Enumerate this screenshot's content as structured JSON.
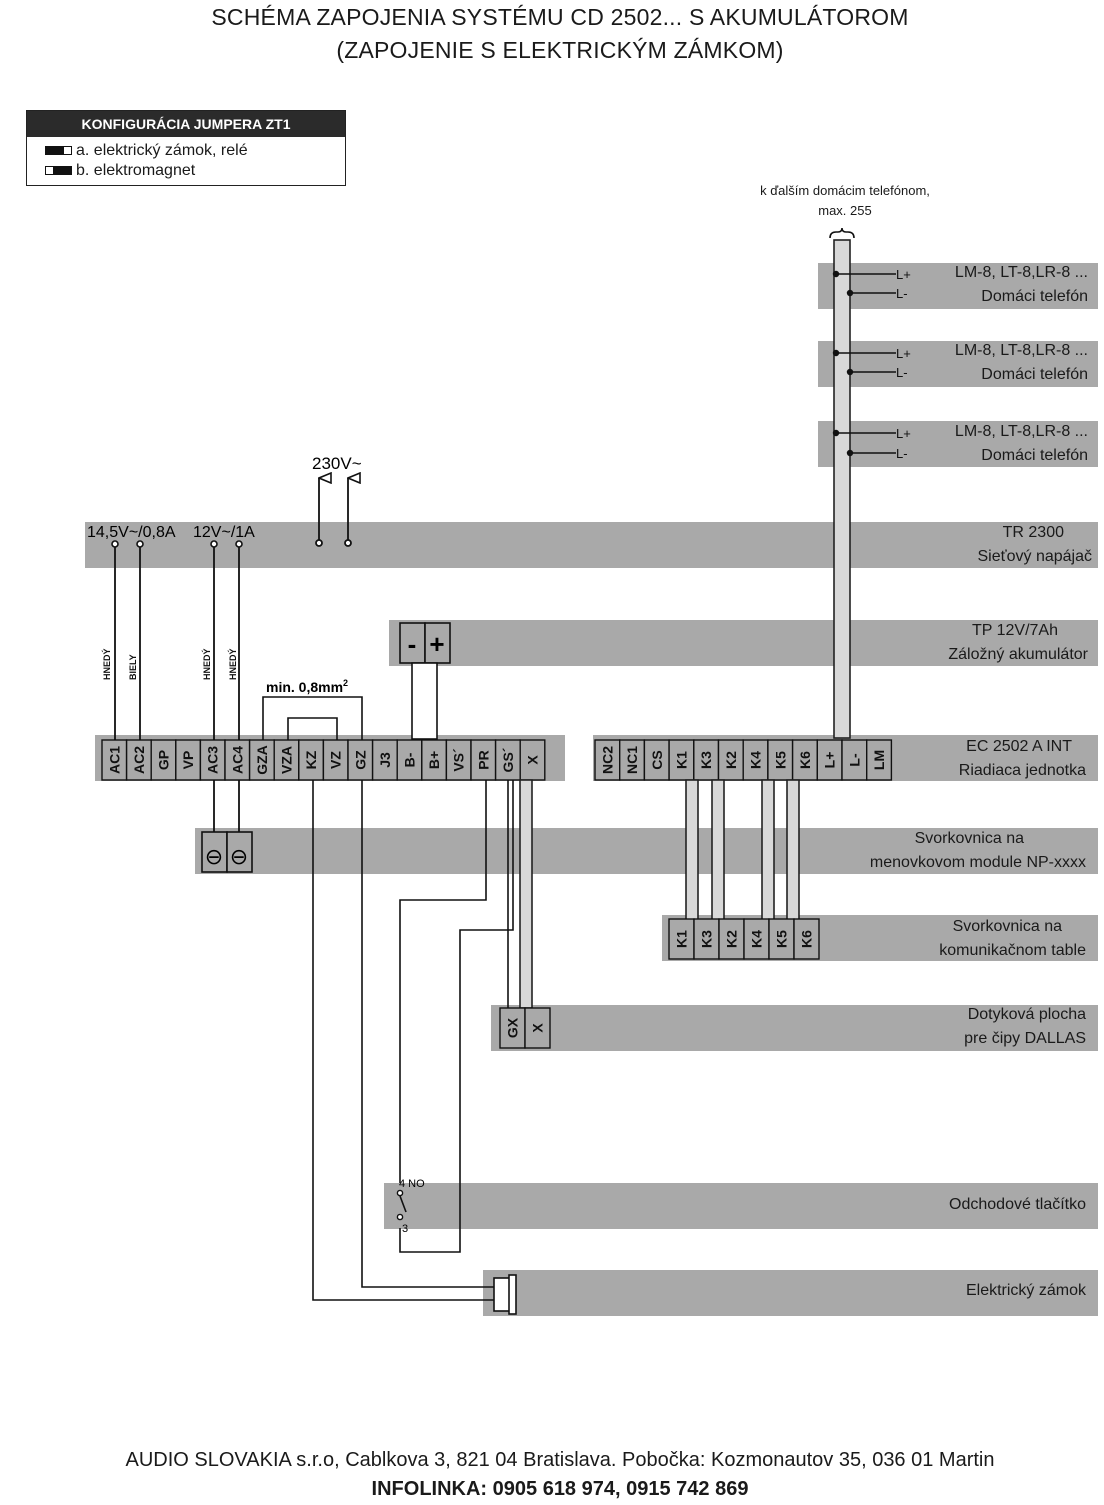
{
  "title": {
    "line1": "SCHÉMA ZAPOJENIA SYSTÉMU CD 2502... S AKUMULÁTOROM",
    "line2": "(ZAPOJENIE S ELEKTRICKÝM ZÁMKOM)"
  },
  "legend": {
    "heading": "KONFIGURÁCIA JUMPERA ZT1",
    "option_a": "a. elektrický zámok, relé",
    "option_b": "b. elektromagnet"
  },
  "phones": {
    "note_line1": "k ďalším domácim telefónom,",
    "note_line2": "max. 255",
    "units": [
      {
        "model": "LM-8, LT-8,LR-8 ...",
        "name": "Domáci telefón",
        "lplus": "L+",
        "lminus": "L-"
      },
      {
        "model": "LM-8, LT-8,LR-8 ...",
        "name": "Domáci telefón",
        "lplus": "L+",
        "lminus": "L-"
      },
      {
        "model": "LM-8, LT-8,LR-8 ...",
        "name": "Domáci telefón",
        "lplus": "L+",
        "lminus": "L-"
      }
    ]
  },
  "mains_label": "230V~",
  "power_supply": {
    "out1": "14,5V~/0,8A",
    "out2": "12V~/1A",
    "model": "TR 2300",
    "name": "Sieťový napájač"
  },
  "battery": {
    "minus": "-",
    "plus": "+",
    "model": "TP 12V/7Ah",
    "name": "Záložný akumulátor"
  },
  "wire_colors": [
    "HNEDÝ",
    "BIELY",
    "HNEDÝ",
    "HNEDÝ"
  ],
  "wire_section": "min. 0,8mm",
  "wire_section_sup": "2",
  "control_unit": {
    "model": "EC 2502 A INT",
    "name": "Riadiaca jednotka",
    "left_terminals": [
      "AC1",
      "AC2",
      "GP",
      "VP",
      "AC3",
      "AC4",
      "GZA",
      "VZA",
      "KZ",
      "VZ",
      "GZ",
      "J3",
      "B-",
      "B+",
      "VS´",
      "PR",
      "GS´",
      "X"
    ],
    "right_terminals": [
      "NC2",
      "NC1",
      "CS",
      "K1",
      "K3",
      "K2",
      "K4",
      "K5",
      "K6",
      "L+",
      "L-",
      "LM"
    ]
  },
  "name_module": {
    "line1": "Svorkovnica na",
    "line2": "menovkovom module NP-xxxx",
    "terminals": [
      "⊖",
      "⊖"
    ]
  },
  "comm_board": {
    "line1": "Svorkovnica na",
    "line2": "komunikačnom table",
    "terminals": [
      "K1",
      "K3",
      "K2",
      "K4",
      "K5",
      "K6"
    ]
  },
  "dallas": {
    "line1": "Dotyková plocha",
    "line2": "pre čipy DALLAS",
    "terminals": [
      "GX",
      "X"
    ]
  },
  "exit_button": {
    "name": "Odchodové tlačítko",
    "pin_no": "4 NO",
    "pin_3": "3"
  },
  "lock": {
    "name": "Elektrický zámok"
  },
  "footer": {
    "address": "AUDIO SLOVAKIA s.r.o, Cablkova 3, 821 04 Bratislava. Pobočka: Kozmonautov 35, 036 01 Martin",
    "hotline": "INFOLINKA: 0905 618 974, 0915 742 869"
  }
}
